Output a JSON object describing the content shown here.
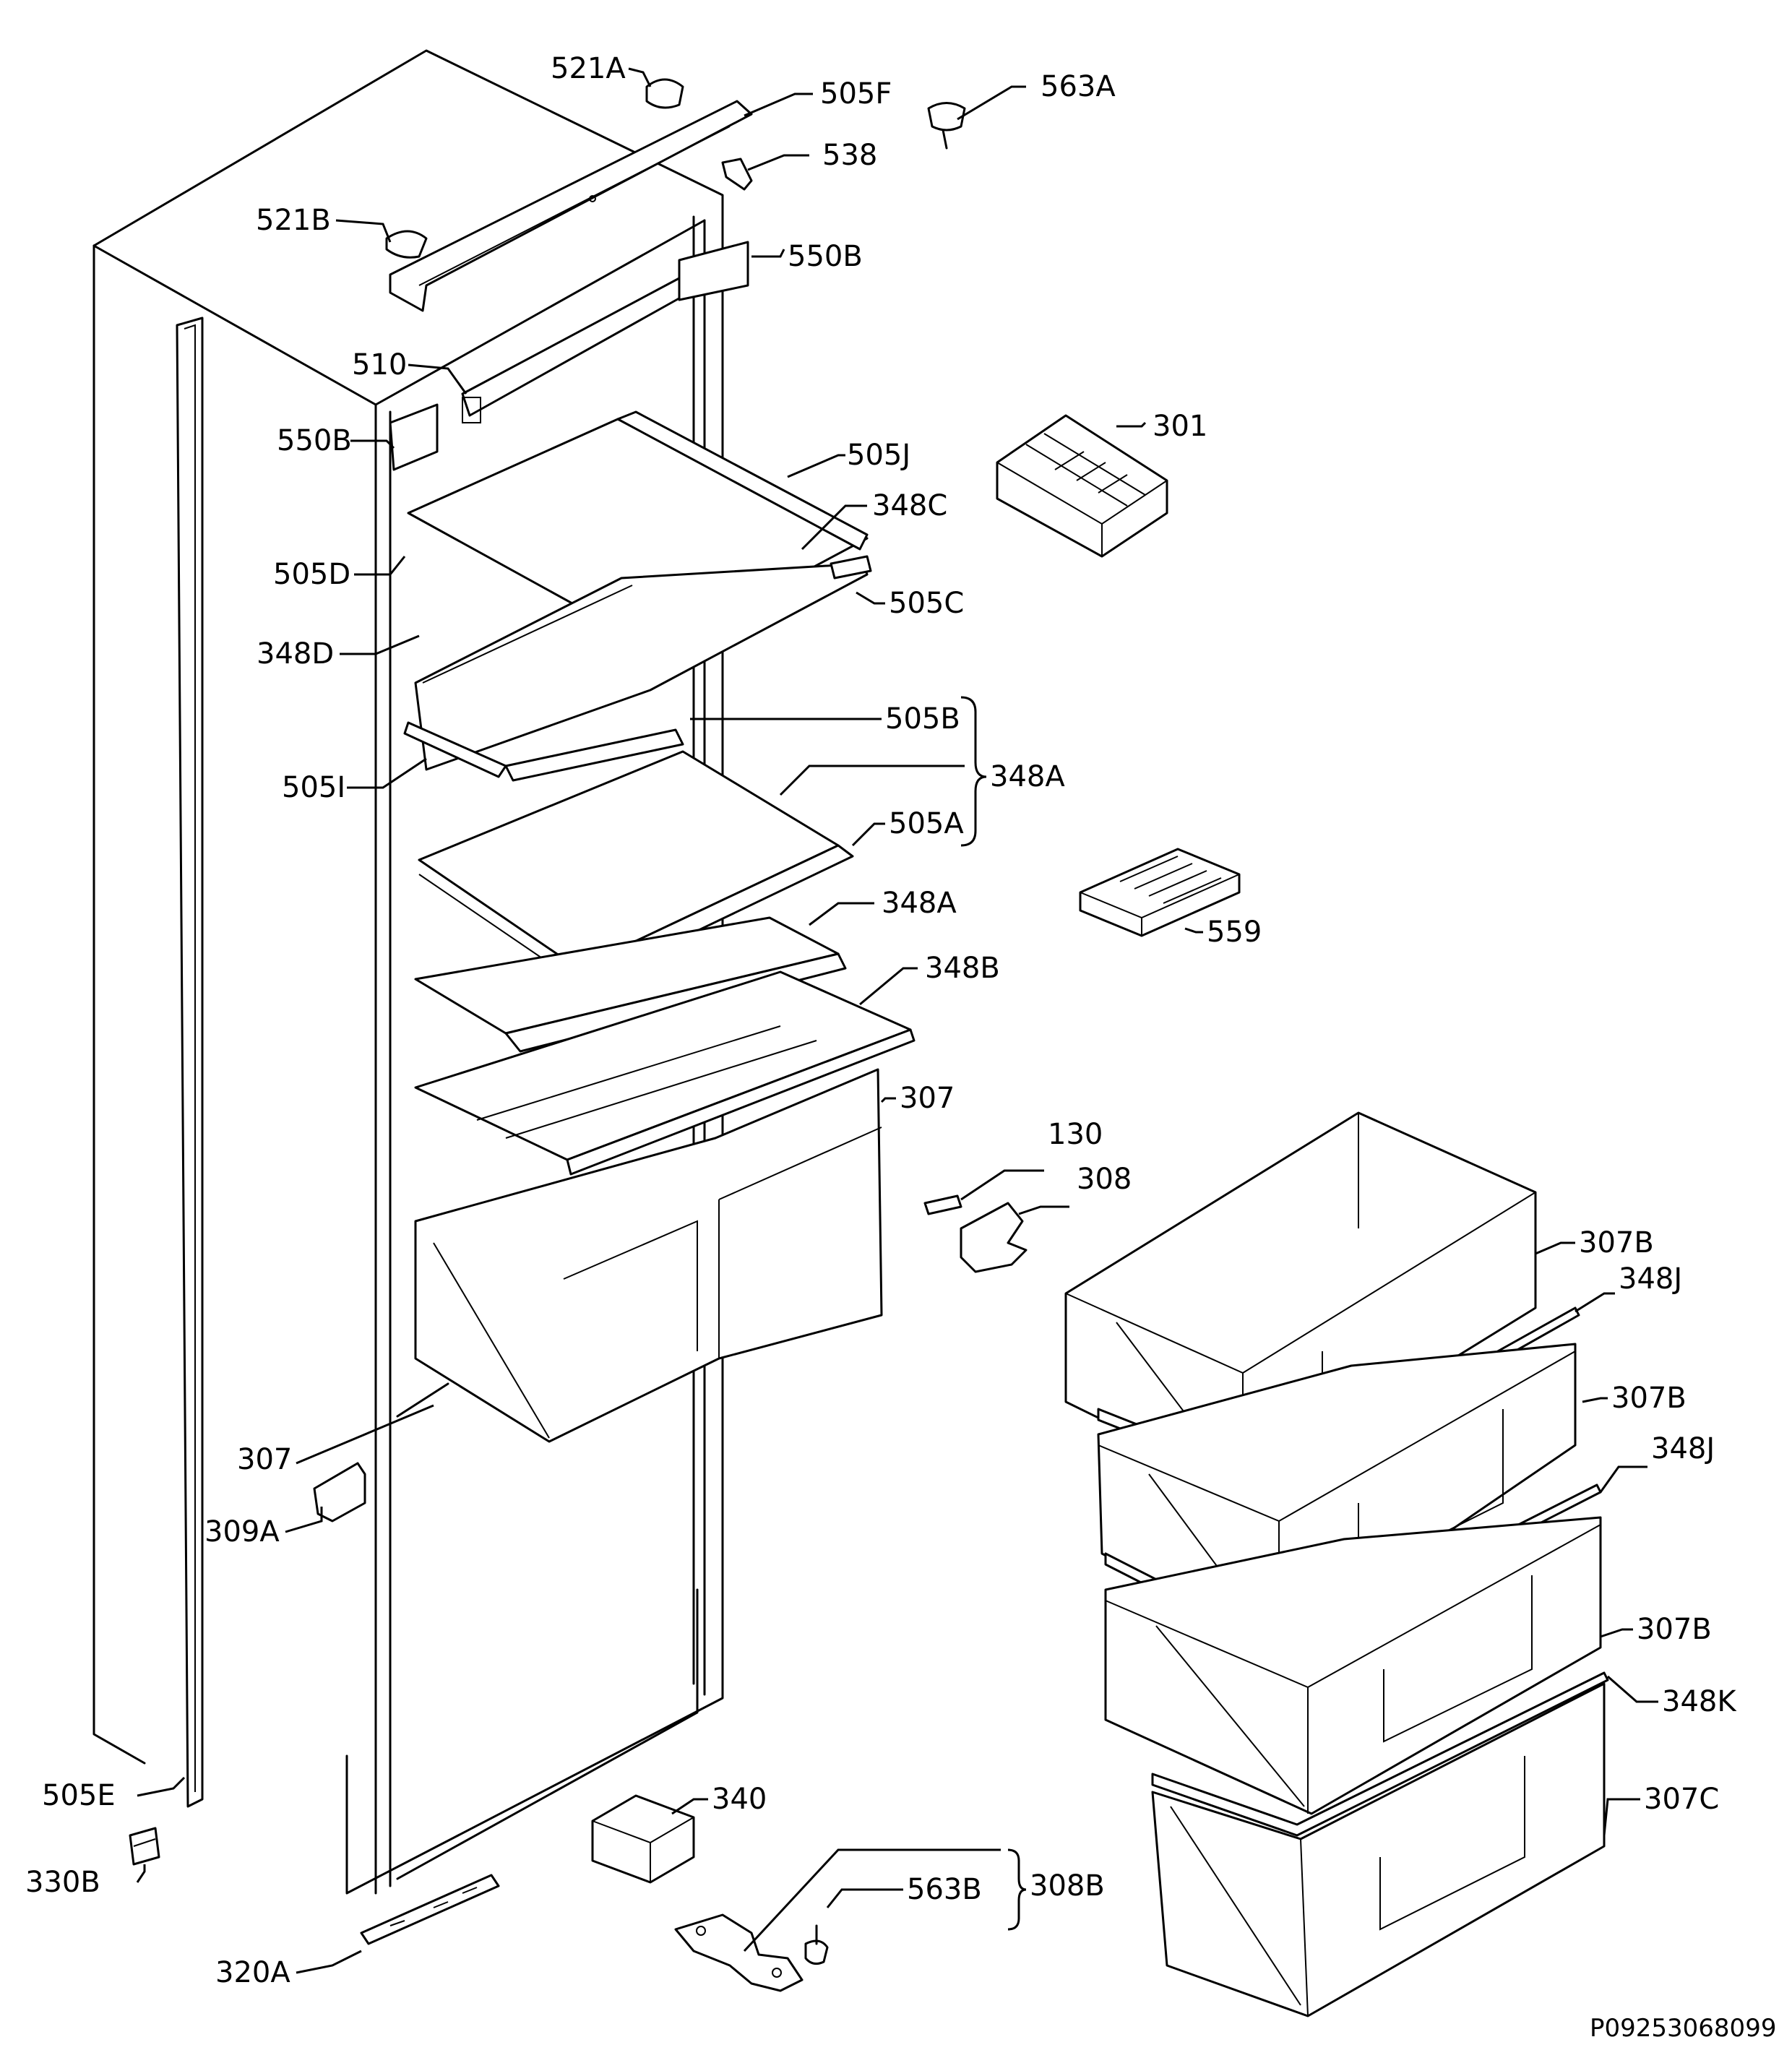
{
  "diagram": {
    "document_id": "P09253068099",
    "labels": {
      "l521A": "521A",
      "l505F": "505F",
      "l563A": "563A",
      "l538": "538",
      "l521B": "521B",
      "l550B_top": "550B",
      "l510": "510",
      "l550B_left": "550B",
      "l301": "301",
      "l505J": "505J",
      "l348C": "348C",
      "l505D": "505D",
      "l505C": "505C",
      "l348D": "348D",
      "l505B": "505B",
      "l348A_group": "348A",
      "l505I": "505I",
      "l505A": "505A",
      "l348A": "348A",
      "l559": "559",
      "l348B": "348B",
      "l307_top": "307",
      "l130": "130",
      "l308": "308",
      "l307B_1": "307B",
      "l348J_1": "348J",
      "l307B_2": "307B",
      "l348J_2": "348J",
      "l307_left": "307",
      "l309A": "309A",
      "l307B_3": "307B",
      "l348K": "348K",
      "l505E": "505E",
      "l340": "340",
      "l307C": "307C",
      "l330B": "330B",
      "l563B": "563B",
      "l308B": "308B",
      "l320A": "320A"
    }
  }
}
